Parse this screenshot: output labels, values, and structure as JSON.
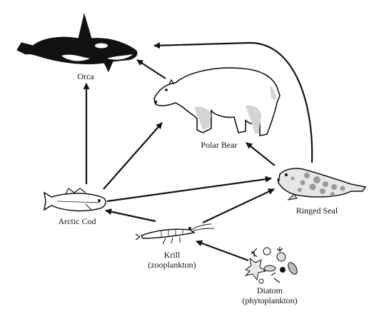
{
  "organisms": {
    "orca": {
      "label": "Orca",
      "icon": "orca-icon"
    },
    "polar_bear": {
      "label": "Polar Bear",
      "icon": "polar-bear-icon"
    },
    "ringed_seal": {
      "label": "Ringed Seal",
      "icon": "ringed-seal-icon"
    },
    "arctic_cod": {
      "label": "Arctic Cod",
      "icon": "arctic-cod-icon"
    },
    "krill": {
      "label": "Krill",
      "sublabel": "(zooplankton)",
      "icon": "krill-icon"
    },
    "diatom": {
      "label": "Diatom",
      "sublabel": "(phytoplankton)",
      "icon": "diatom-icon"
    }
  },
  "arrows": [
    {
      "from": "Arctic Cod",
      "to": "Orca"
    },
    {
      "from": "Polar Bear",
      "to": "Orca"
    },
    {
      "from": "Ringed Seal",
      "to": "Orca"
    },
    {
      "from": "Arctic Cod",
      "to": "Polar Bear"
    },
    {
      "from": "Ringed Seal",
      "to": "Polar Bear"
    },
    {
      "from": "Arctic Cod",
      "to": "Ringed Seal"
    },
    {
      "from": "Krill",
      "to": "Arctic Cod"
    },
    {
      "from": "Krill",
      "to": "Ringed Seal"
    },
    {
      "from": "Diatom",
      "to": "Krill"
    }
  ],
  "colors": {
    "stroke": "#111111",
    "shade": "#d4d4d4",
    "spots": "#9a9a9a"
  }
}
